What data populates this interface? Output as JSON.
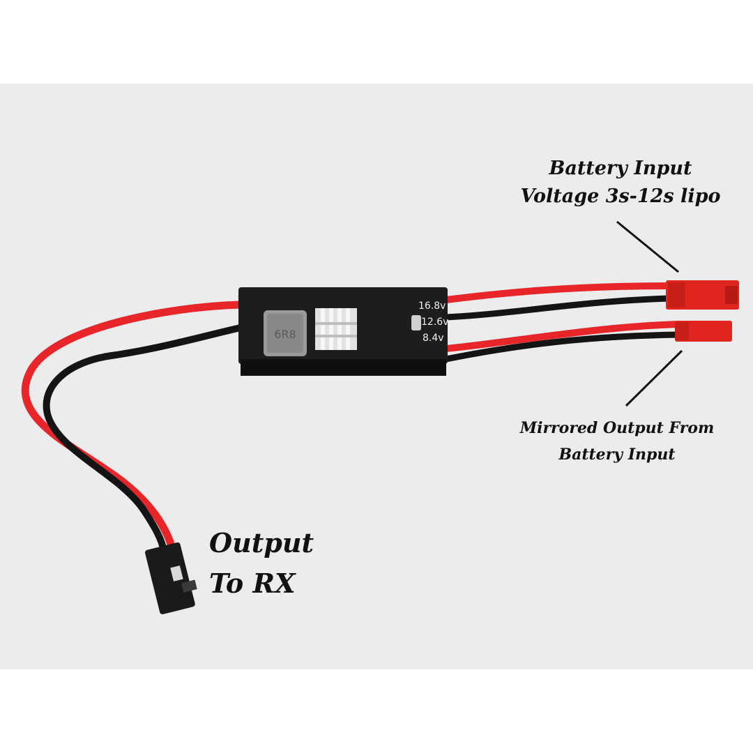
{
  "colors": {
    "background": "#ffffff",
    "photo_backdrop": "#ececed",
    "wire_red": "#e8262a",
    "wire_black": "#141414",
    "board": "#1d1d1f",
    "connector_red": "#e0261f",
    "label_text": "#111111"
  },
  "labels": {
    "battery_input": {
      "line1": "Battery Input",
      "line2": "Voltage 3s-12s lipo"
    },
    "mirrored_output": {
      "line1": "Mirrored Output From",
      "line2": "Battery Input"
    },
    "output_rx": {
      "line1": "Output",
      "line2": "To RX"
    }
  },
  "board": {
    "inductor_marking": "6R8",
    "voltage_options": [
      "16.8v",
      "12.6v",
      "8.4v"
    ]
  }
}
